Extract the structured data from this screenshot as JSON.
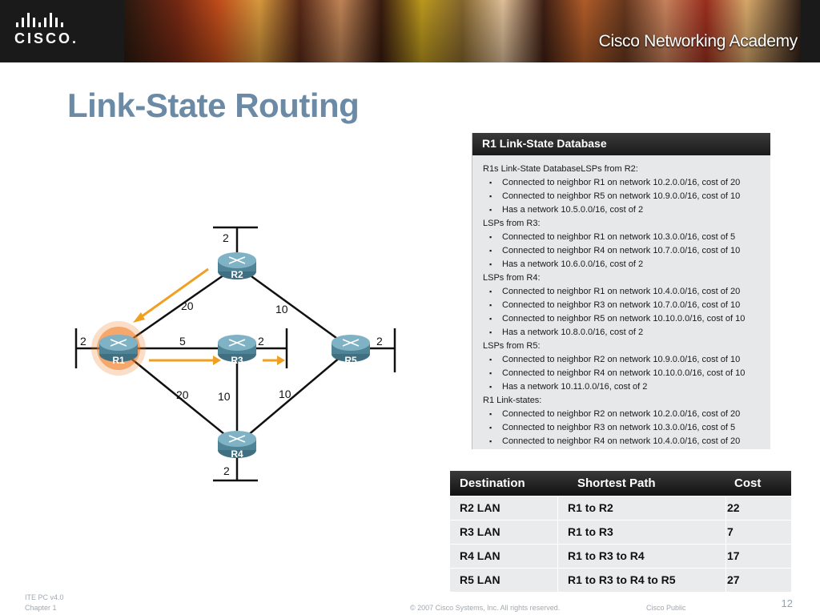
{
  "header": {
    "brand": "CISCO.",
    "academy": "Cisco Networking Academy"
  },
  "title": "Link-State Routing",
  "diagram": {
    "routers": [
      "R1",
      "R2",
      "R3",
      "R4",
      "R5"
    ],
    "link_costs": {
      "r1_r2": "20",
      "r1_r3": "5",
      "r1_r4": "20",
      "r2_r5": "10",
      "r3_r4": "10",
      "r4_r5": "10"
    },
    "lan_costs": {
      "r1": "2",
      "r2": "2",
      "r3": "2",
      "r4": "2",
      "r5": "2"
    },
    "accent_color": "#f0a020",
    "highlight_color": "#f07a20"
  },
  "database": {
    "heading": "R1 Link-State Database",
    "lines": [
      {
        "text": "R1s Link-State DatabaseLSPs from R2:",
        "bullet": false
      },
      {
        "text": "Connected to neighbor R1 on network 10.2.0.0/16, cost of 20",
        "bullet": true
      },
      {
        "text": "Connected to neighbor R5 on network 10.9.0.0/16, cost of 10",
        "bullet": true
      },
      {
        "text": "Has a network 10.5.0.0/16, cost of 2",
        "bullet": true
      },
      {
        "text": "LSPs from R3:",
        "bullet": false
      },
      {
        "text": "Connected to neighbor R1 on network 10.3.0.0/16, cost of 5",
        "bullet": true
      },
      {
        "text": "Connected to neighbor R4 on network 10.7.0.0/16, cost of 10",
        "bullet": true
      },
      {
        "text": "Has a network 10.6.0.0/16, cost of 2",
        "bullet": true
      },
      {
        "text": "LSPs from R4:",
        "bullet": false
      },
      {
        "text": "Connected to neighbor R1 on network 10.4.0.0/16, cost of 20",
        "bullet": true
      },
      {
        "text": " Connected to neighbor R3 on network 10.7.0.0/16, cost of 10",
        "bullet": true
      },
      {
        "text": "Connected to neighbor R5 on network 10.10.0.0/16, cost of 10",
        "bullet": true
      },
      {
        "text": " Has a network 10.8.0.0/16, cost of 2",
        "bullet": true
      },
      {
        "text": "LSPs from R5:",
        "bullet": false
      },
      {
        "text": "Connected to neighbor R2 on network 10.9.0.0/16, cost of 10",
        "bullet": true
      },
      {
        "text": "Connected to neighbor R4 on network 10.10.0.0/16, cost of 10",
        "bullet": true
      },
      {
        "text": "Has a network 10.11.0.0/16, cost of 2",
        "bullet": true
      },
      {
        "text": "R1 Link-states:",
        "bullet": false
      },
      {
        "text": "Connected to neighbor R2 on network 10.2.0.0/16, cost of 20",
        "bullet": true
      },
      {
        "text": "Connected to neighbor R3 on network 10.3.0.0/16, cost of 5",
        "bullet": true
      },
      {
        "text": "Connected to neighbor R4 on network 10.4.0.0/16, cost of 20",
        "bullet": true
      }
    ]
  },
  "paths_table": {
    "headers": [
      "Destination",
      "Shortest Path",
      "Cost"
    ],
    "rows": [
      [
        "R2 LAN",
        "R1 to R2",
        "22"
      ],
      [
        "R3 LAN",
        "R1 to R3",
        "7"
      ],
      [
        "R4 LAN",
        "R1 to R3 to R4",
        "17"
      ],
      [
        "R5 LAN",
        "R1 to R3 to R4 to R5",
        "27"
      ]
    ]
  },
  "footer": {
    "course": "ITE PC v4.0",
    "chapter": "Chapter 1",
    "copyright": "© 2007 Cisco Systems, Inc. All rights reserved.",
    "classification": "Cisco Public",
    "page": "12"
  }
}
